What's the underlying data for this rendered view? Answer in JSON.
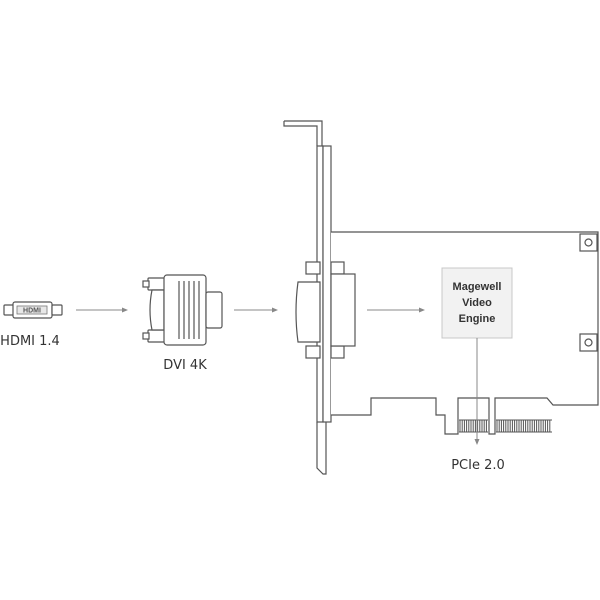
{
  "labels": {
    "hdmi": "HDMI 1.4",
    "dvi": "DVI 4K",
    "pcie": "PCIe 2.0",
    "engine_line1": "Magewell",
    "engine_line2": "Video",
    "engine_line3": "Engine",
    "hdmi_logo": "HDMI"
  },
  "colors": {
    "stroke": "#555555",
    "arrow": "#888888",
    "engine_fill": "#f2f2f2",
    "engine_border": "#c8c8c8",
    "text": "#333333"
  }
}
